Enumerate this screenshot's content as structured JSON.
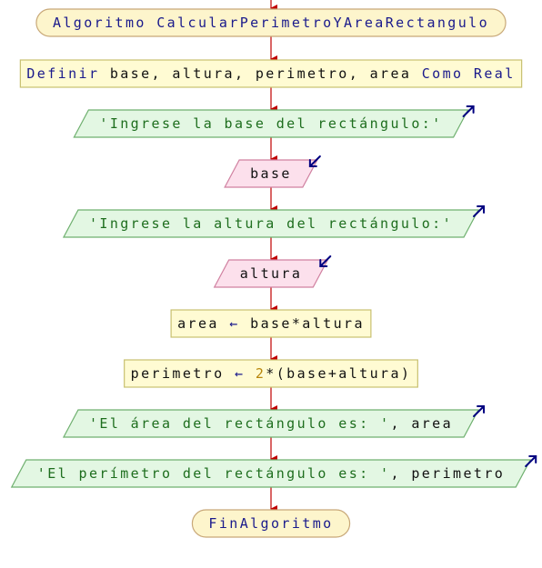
{
  "title": "Algoritmo CalcularPerimetroYAreaRectangulo",
  "colors": {
    "terminal_fill": "#fdf5cc",
    "terminal_stroke": "#c8a878",
    "process_fill": "#fffbd3",
    "process_stroke": "#c8c070",
    "output_fill": "#e3f7e3",
    "output_stroke": "#6fb06f",
    "input_fill": "#fce0ec",
    "input_stroke": "#d080a0",
    "arrow": "#c00000",
    "io_icon": "#000080",
    "keyword": "#1a1a8c",
    "string": "#1e6e1e",
    "number": "#b8860b"
  },
  "nodes": [
    {
      "type": "terminal",
      "segments": [
        {
          "text": "Algoritmo ",
          "role": "kw"
        },
        {
          "text": "CalcularPerimetroYAreaRectangulo",
          "role": "kw"
        }
      ]
    },
    {
      "type": "process",
      "segments": [
        {
          "text": "Definir ",
          "role": "kw"
        },
        {
          "text": "base, altura, perimetro, area ",
          "role": "id"
        },
        {
          "text": "Como Real",
          "role": "kw"
        }
      ]
    },
    {
      "type": "output",
      "icon": "output-arrow-icon",
      "segments": [
        {
          "text": "'Ingrese la base del rectángulo:'",
          "role": "str"
        }
      ]
    },
    {
      "type": "input",
      "icon": "input-arrow-icon",
      "segments": [
        {
          "text": "base",
          "role": "id"
        }
      ]
    },
    {
      "type": "output",
      "icon": "output-arrow-icon",
      "segments": [
        {
          "text": "'Ingrese la altura del rectángulo:'",
          "role": "str"
        }
      ]
    },
    {
      "type": "input",
      "icon": "input-arrow-icon",
      "segments": [
        {
          "text": "altura",
          "role": "id"
        }
      ]
    },
    {
      "type": "process",
      "segments": [
        {
          "text": "area ",
          "role": "id"
        },
        {
          "text": "←",
          "role": "op"
        },
        {
          "text": " base*altura",
          "role": "id"
        }
      ]
    },
    {
      "type": "process",
      "segments": [
        {
          "text": "perimetro ",
          "role": "id"
        },
        {
          "text": "←",
          "role": "op"
        },
        {
          "text": " ",
          "role": "id"
        },
        {
          "text": "2",
          "role": "num"
        },
        {
          "text": "*(base+altura)",
          "role": "id"
        }
      ]
    },
    {
      "type": "output",
      "icon": "output-arrow-icon",
      "segments": [
        {
          "text": "'El área del rectángulo es: '",
          "role": "str"
        },
        {
          "text": ", area",
          "role": "id"
        }
      ]
    },
    {
      "type": "output",
      "icon": "output-arrow-icon",
      "segments": [
        {
          "text": "'El perímetro del rectángulo es: '",
          "role": "str"
        },
        {
          "text": ", perimetro",
          "role": "id"
        }
      ]
    },
    {
      "type": "terminal",
      "segments": [
        {
          "text": "FinAlgoritmo",
          "role": "kw"
        }
      ]
    }
  ]
}
